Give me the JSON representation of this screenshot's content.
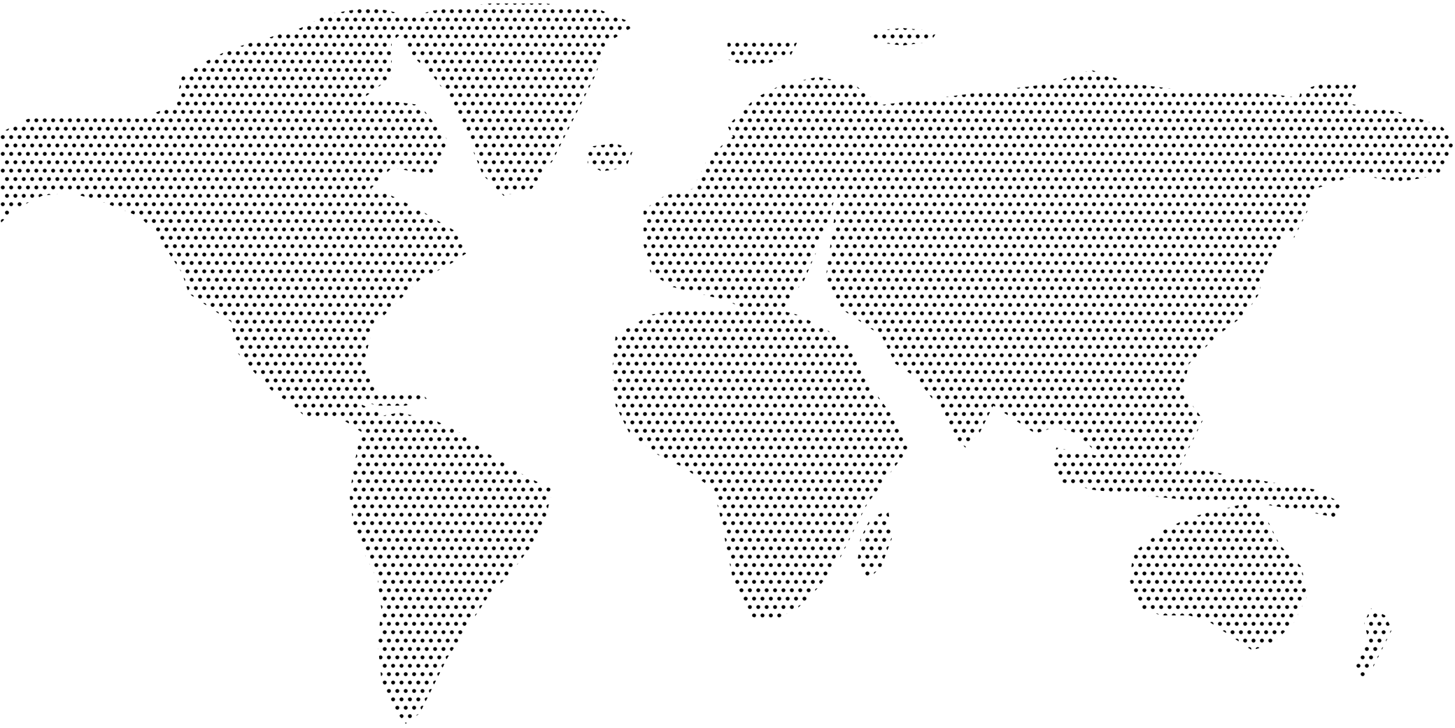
{
  "map": {
    "style": "dotted-world-map",
    "dot_color": "#000000",
    "background_color": "#ffffff",
    "continents": [
      "north-america",
      "greenland",
      "south-america",
      "europe",
      "africa",
      "asia",
      "australia",
      "new-zealand"
    ]
  }
}
